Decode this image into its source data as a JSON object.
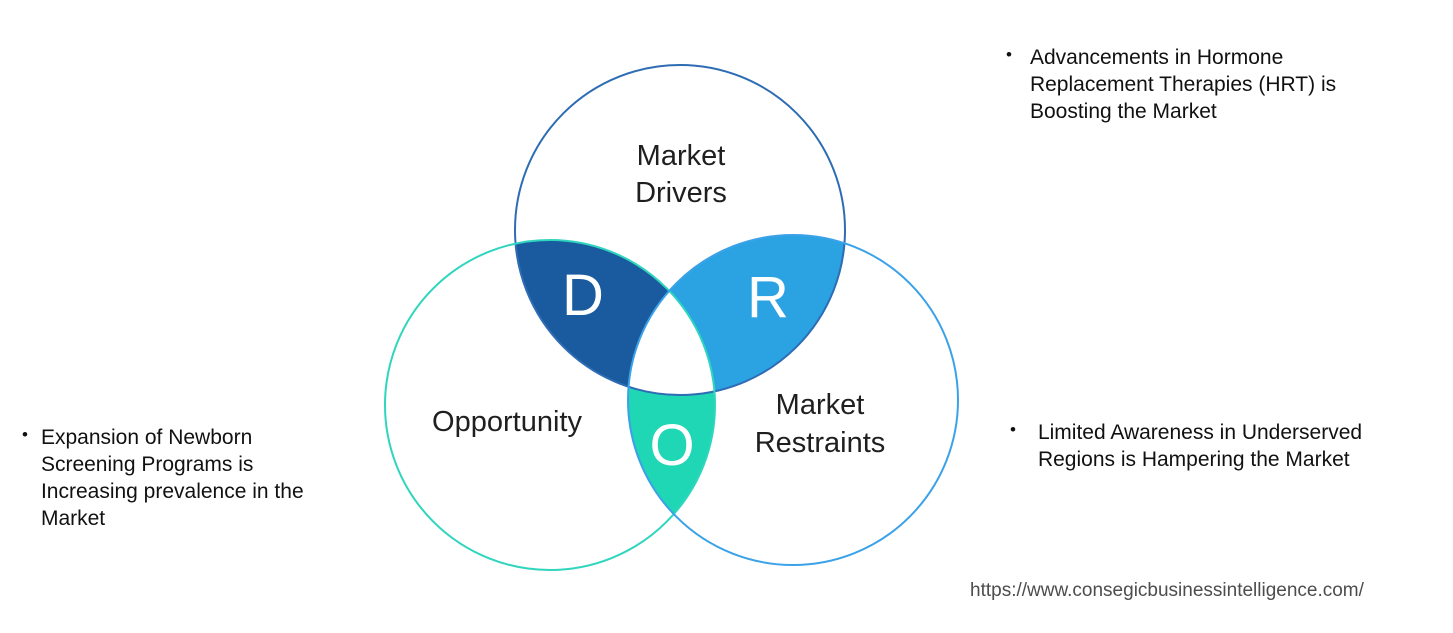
{
  "diagram": {
    "drivers": {
      "label_lines": [
        "Market",
        "Drivers"
      ],
      "letter": "D"
    },
    "opportunity": {
      "label": "Opportunity",
      "letter": "O"
    },
    "restraints": {
      "label_lines": [
        "Market",
        "Restraints"
      ],
      "letter": "R"
    },
    "colors": {
      "drivers_outline": "#2E6CB4",
      "opportunity_outline": "#30D5BE",
      "restraints_outline": "#3BA2E8",
      "d_lens": "#1A5A9E",
      "r_lens": "#2BA3E3",
      "o_lens": "#1FD6B5",
      "center": "#FFFFFF"
    }
  },
  "bullets": [
    {
      "marker": "•",
      "lines": [
        "Advancements in Hormone",
        "Replacement Therapies (HRT) is",
        "Boosting the Market"
      ]
    },
    {
      "marker": "•",
      "lines": [
        "Expansion of Newborn",
        "Screening Programs is",
        "Increasing prevalence in the",
        "Market"
      ]
    },
    {
      "marker": "•",
      "lines": [
        "Limited Awareness in Underserved",
        "Regions is Hampering the Market"
      ]
    }
  ],
  "footer": {
    "url": "https://www.consegicbusinessintelligence.com/"
  }
}
